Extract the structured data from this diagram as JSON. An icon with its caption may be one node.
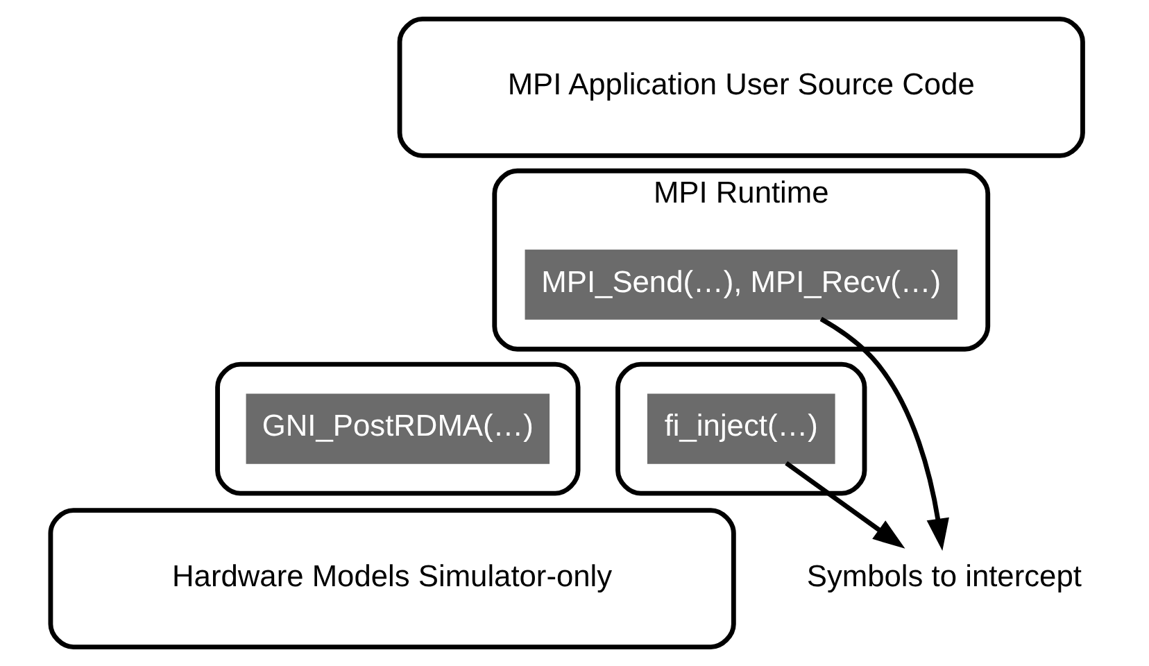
{
  "diagram": {
    "nodes": [
      {
        "text": [
          "MPI Application User Source Code"
        ]
      },
      {
        "text": [
          "MPI Runtime"
        ]
      },
      {
        "text": [
          "MPI_Send(…), MPI_Recv(…)"
        ],
        "in": 1
      },
      {
        "text": [],
        "shape": "box"
      },
      {
        "text": [
          "GNI_PostRDMA(…)"
        ],
        "in": 3
      },
      {
        "text": [],
        "shape": "box"
      },
      {
        "text": [
          "fi_inject(…)"
        ],
        "in": 5
      },
      {
        "text": [
          "Symbols to intercept"
        ]
      },
      {
        "text": [
          "Hardware Models Simulator-only"
        ]
      }
    ],
    "edges": [
      {
        "from": 2,
        "to": 7,
        "arrow": "to"
      },
      {
        "from": 6,
        "to": 7,
        "arrow": "to"
      }
    ]
  }
}
